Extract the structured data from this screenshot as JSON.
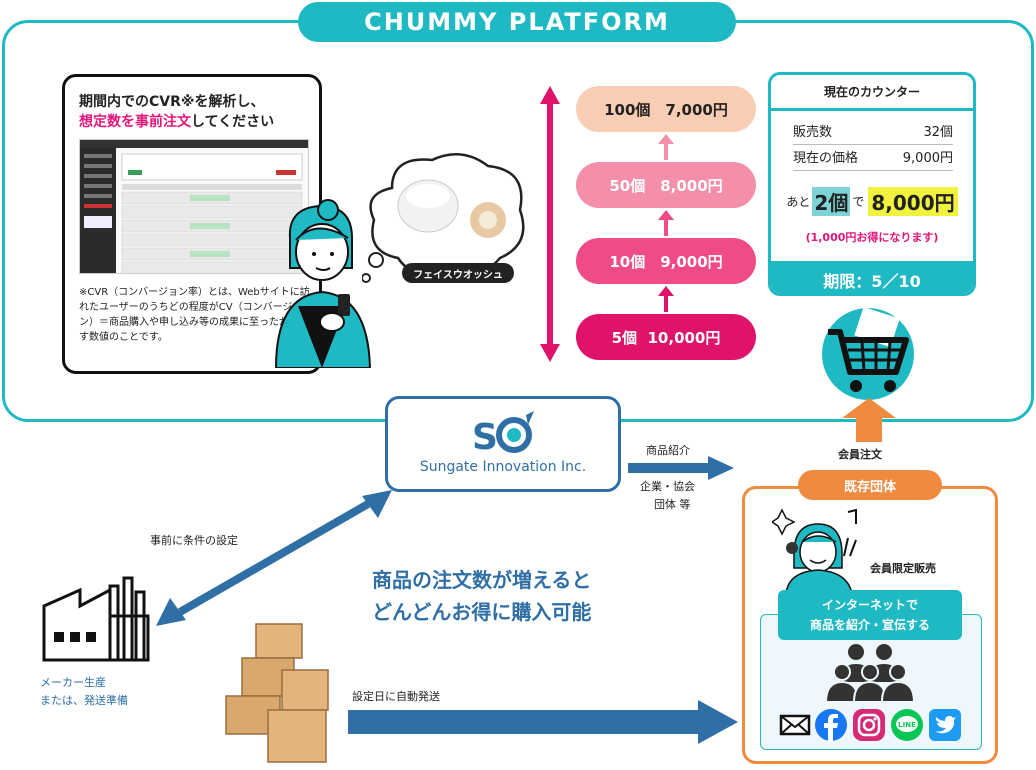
{
  "platform": {
    "title": "CHUMMY PLATFORM"
  },
  "cvr": {
    "line1": "期間内でのCVR※を解析し、",
    "line2_highlight": "想定数を事前注文",
    "line2_rest": "してください",
    "note": "※CVR（コンバージョン率）とは、Webサイトに訪れたユーザーのうちどの程度がCV（コンバージョン）＝商品購入や申し込み等の成果に至ったかを表す数値のことです。"
  },
  "product": {
    "label": "フェイスウオッシュ"
  },
  "tiers": [
    {
      "text": "100個　7,000円"
    },
    {
      "text": "50個　8,000円"
    },
    {
      "text": "10個　9,000円"
    },
    {
      "text": "5個  10,000円"
    }
  ],
  "counter": {
    "title": "現在のカウンター",
    "sales_label": "販売数",
    "sales_value": "32個",
    "price_label": "現在の価格",
    "price_value": "9,000円",
    "next_prefix": "あと",
    "next_count": "2個",
    "next_mid": "で",
    "next_price": "8,000円",
    "savings": "(1,000円お得になります)",
    "deadline": "期限：5／10"
  },
  "sungate": {
    "name": "Sungate Innovation Inc."
  },
  "labels": {
    "member_order": "会員注文",
    "product_intro": "商品紹介",
    "companies": "企業・協会",
    "groups": "団体 等",
    "preset": "事前に条件の設定",
    "maker": "メーカー生産",
    "maker2": "または、発送準備",
    "auto_ship": "設定日に自動発送"
  },
  "message": {
    "line1": "商品の注文数が増えると",
    "line2": "どんどんお得に購入可能"
  },
  "group": {
    "title": "既存団体",
    "member_sale": "会員限定販売",
    "banner1": "インターネットで",
    "banner2": "商品を紹介・宣伝する"
  },
  "colors": {
    "teal": "#1fb9c4",
    "pink": "#e3157a",
    "blue": "#2f6fa6",
    "orange": "#ef8a3e"
  }
}
